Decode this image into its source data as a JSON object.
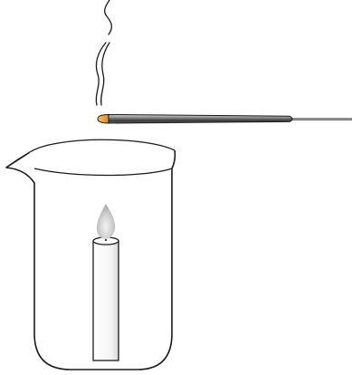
{
  "scene": {
    "elements": [
      "smoke",
      "smoldering-splint",
      "beaker",
      "candle",
      "candle-flame"
    ],
    "colors": {
      "background": "#ffffff",
      "outline": "#1a1a1a",
      "beaker_fill": "#ffffff",
      "candle_body": "#ffffff",
      "flame": "#c8c8c8",
      "splint_dark": "#404040",
      "splint_light": "#a0a0a0",
      "ember": "#e8a23c"
    }
  }
}
